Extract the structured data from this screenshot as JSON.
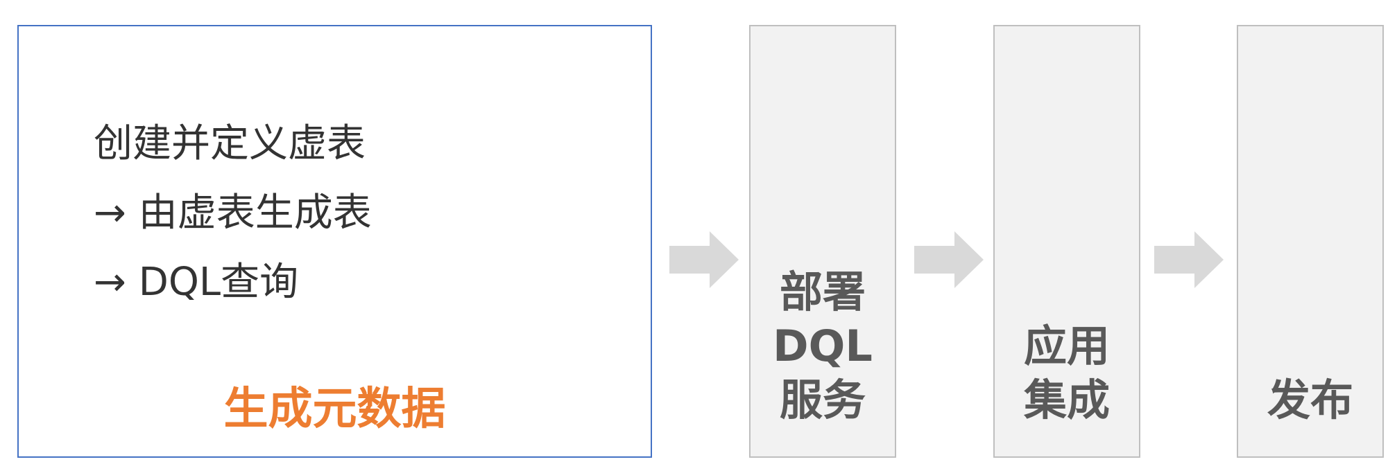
{
  "main_box": {
    "steps": [
      "创建并定义虚表",
      "→ 由虚表生成表",
      "→ DQL查询"
    ],
    "label": "生成元数据"
  },
  "stages": [
    {
      "lines": [
        "部署",
        "DQL",
        "服务"
      ]
    },
    {
      "lines": [
        "应用",
        "集成"
      ]
    },
    {
      "lines": [
        "发布"
      ]
    }
  ],
  "colors": {
    "main_border": "#4472c4",
    "main_label": "#ed7d31",
    "stage_fill": "#f2f2f2",
    "stage_border": "#bfbfbf",
    "stage_text": "#595959",
    "arrow_fill": "#d9d9d9"
  }
}
